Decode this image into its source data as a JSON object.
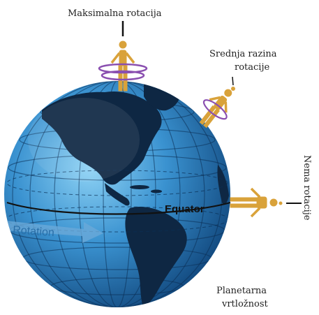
{
  "labels": {
    "max_rotation": "Maksimalna rotacija",
    "mid_rotation_line1": "Srednja razina",
    "mid_rotation_line2": "rotacije",
    "no_rotation": "Nema rotacije",
    "vorticity_line1": "Planetarna",
    "vorticity_line2": "vrtložnost",
    "equator": "Equator",
    "rotation": "Rotation"
  },
  "colors": {
    "ocean_dark": "#0c4f8a",
    "ocean_light": "#5fb4e6",
    "land": "#0e2743",
    "figure": "#d9a23a",
    "spin_ring": "#8a4fb0",
    "equator_line": "#111111"
  },
  "icons": {
    "figure": "person-icon",
    "spin": "rotation-ring-icon"
  }
}
